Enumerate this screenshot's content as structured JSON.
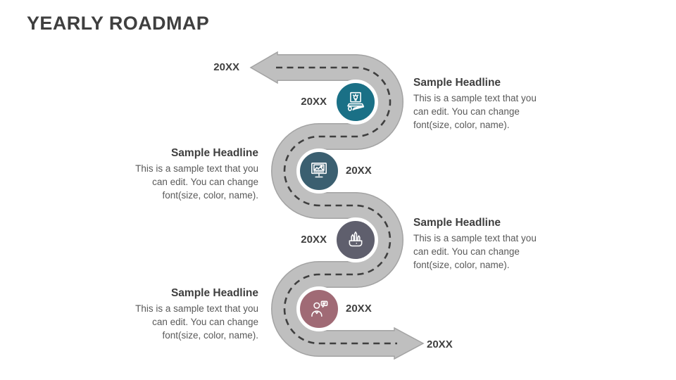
{
  "slide": {
    "title": "YEARLY ROADMAP"
  },
  "road": {
    "start_label": "20XX",
    "end_label": "20XX"
  },
  "milestones": [
    {
      "year": "20XX",
      "headline": "Sample Headline",
      "body": "This is a sample text that you\ncan edit. You can change\nfont(size, color, name).",
      "icon": "idea-laptop-icon",
      "color": "#1a7086"
    },
    {
      "year": "20XX",
      "headline": "Sample Headline",
      "body": "This is a sample text that you\ncan edit. You can change\nfont(size, color, name).",
      "icon": "monitor-image-icon",
      "color": "#3b5f70"
    },
    {
      "year": "20XX",
      "headline": "Sample Headline",
      "body": "This is a sample text that you\ncan edit. You can change\nfont(size, color, name).",
      "icon": "stationery-icon",
      "color": "#5f5f6d"
    },
    {
      "year": "20XX",
      "headline": "Sample Headline",
      "body": "This is a sample text that you\ncan edit. You can change\nfont(size, color, name).",
      "icon": "person-chat-icon",
      "color": "#a06a75"
    }
  ],
  "colors": {
    "road_fill": "#bfbfbf",
    "road_border": "#a3a3a3",
    "dash_line": "#3f3f3f",
    "heading_text": "#3f3f3f",
    "body_text": "#595959"
  }
}
